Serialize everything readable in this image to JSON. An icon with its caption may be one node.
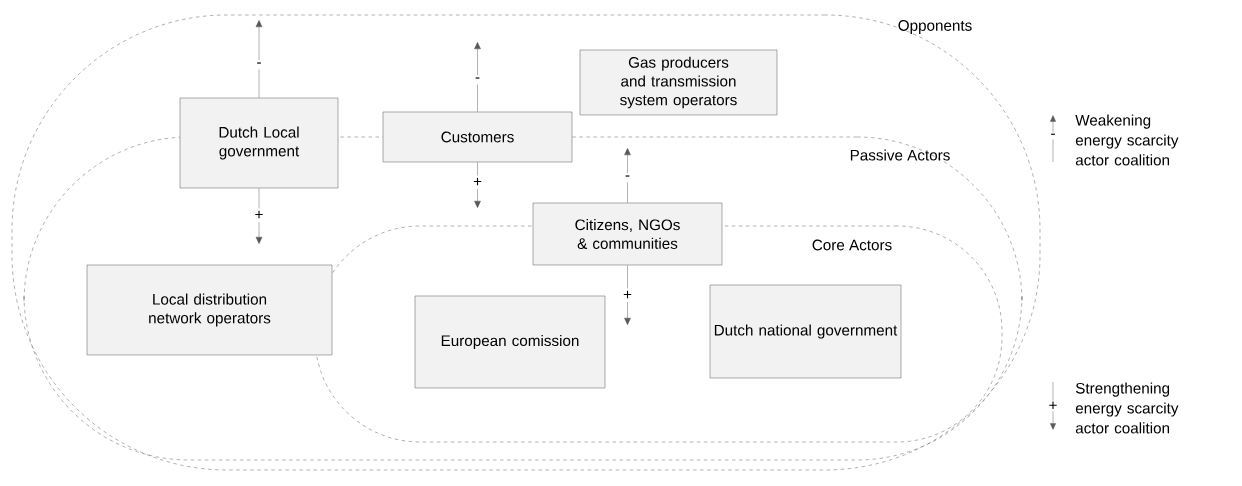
{
  "diagram": {
    "nodes": [
      {
        "text": [
          "Opponents"
        ]
      },
      {
        "text": [
          "Passive Actors"
        ],
        "in": 0
      },
      {
        "text": [
          "Core Actors"
        ],
        "in": 1
      },
      {
        "text": [
          "Gas producers and transmission system operators"
        ],
        "in": 0
      },
      {
        "text": [
          "Dutch Local government"
        ],
        "in": 0
      },
      {
        "text": [
          "Customers"
        ],
        "in": 0
      },
      {
        "text": [
          "Citizens, NGOs & communities"
        ],
        "in": 1
      },
      {
        "text": [
          "Local distribution network operators"
        ],
        "in": 1
      },
      {
        "text": [
          "European comission"
        ],
        "in": 2
      },
      {
        "text": [
          "Dutch national government"
        ],
        "in": 2
      }
    ],
    "edges": [
      {
        "from": 4,
        "to": null,
        "arrow": "to",
        "label": "-"
      },
      {
        "from": 4,
        "to": null,
        "arrow": "to",
        "label": "+"
      },
      {
        "from": 5,
        "to": null,
        "arrow": "to",
        "label": "-"
      },
      {
        "from": 5,
        "to": null,
        "arrow": "to",
        "label": "+"
      },
      {
        "from": 6,
        "to": null,
        "arrow": "to",
        "label": "-"
      },
      {
        "from": 6,
        "to": null,
        "arrow": "to",
        "label": "+"
      }
    ],
    "labels": [
      "-",
      "+"
    ],
    "legend": [
      {
        "text": "Weakening energy scarcity actor coalition"
      },
      {
        "text": "Strengthening energy scarcity actor coalition"
      }
    ]
  }
}
